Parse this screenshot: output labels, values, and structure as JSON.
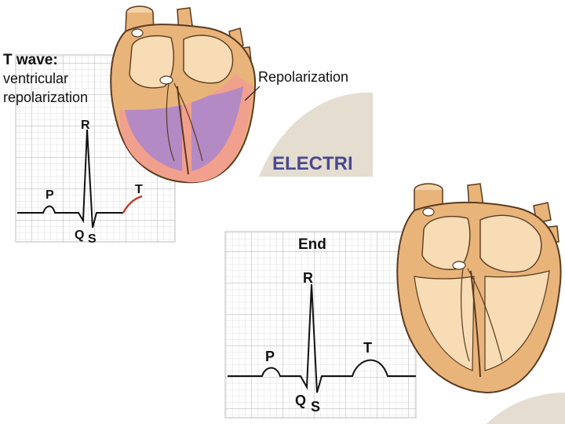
{
  "panel_top": {
    "title_bold": "T wave:",
    "title_line2": "ventricular",
    "title_line3": "repolarization",
    "wave_labels": {
      "p": "P",
      "q": "Q",
      "r": "R",
      "s": "S",
      "t": "T"
    },
    "callout": "Repolarization"
  },
  "panel_bottom": {
    "title": "End",
    "wave_labels": {
      "p": "P",
      "q": "Q",
      "r": "R",
      "s": "S",
      "t": "T"
    }
  },
  "slide_heading_partial": "ELECTRI",
  "colors": {
    "grid": "#c9c9c9",
    "trace": "#111111",
    "t_wave_highlight": "#c0392b",
    "heart_wall": "#e9b47a",
    "heart_light": "#f7dcb6",
    "heart_outline": "#5a3a20",
    "repolarization_purple": "#b38ac4",
    "repolarization_pink": "#f0a08c",
    "heading": "#4a4a8c",
    "backdrop": "#e4ddd0"
  }
}
